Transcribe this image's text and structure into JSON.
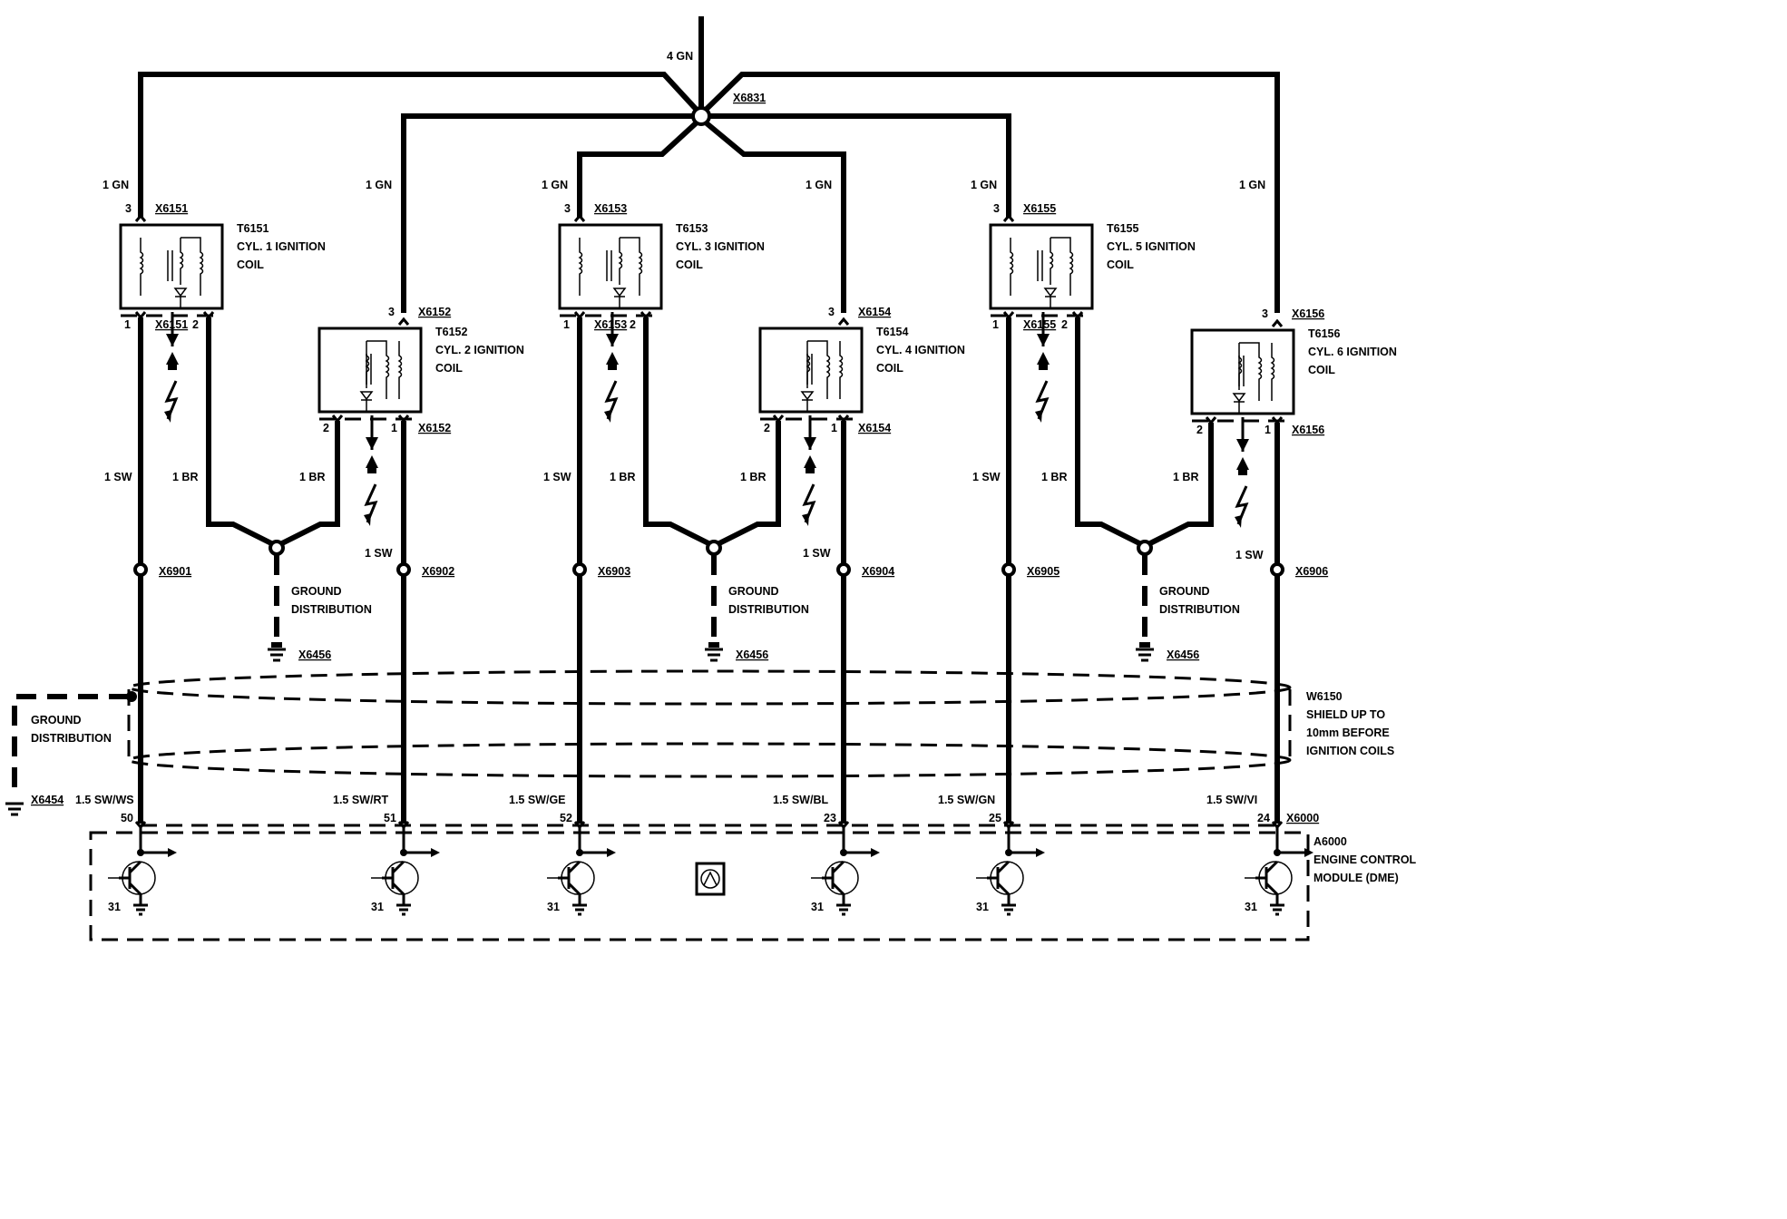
{
  "top": {
    "wire": "4 GN",
    "connector": "X6831"
  },
  "coils": [
    {
      "label": "T6151",
      "desc": "CYL. 1 IGNITION",
      "desc2": "COIL",
      "conn": "X6151",
      "feed": "1 GN",
      "pin_top": "3",
      "pin1": "1",
      "pin2": "2",
      "conn_bottom": "X6151",
      "sig_wire": "1 SW",
      "gnd_wire": "1 BR",
      "spark_wire": "",
      "splice": "X6901"
    },
    {
      "label": "T6152",
      "desc": "CYL. 2 IGNITION",
      "desc2": "COIL",
      "conn": "X6152",
      "feed": "1 GN",
      "pin_top": "3",
      "pin1": "1",
      "pin2": "2",
      "conn_bottom": "X6152",
      "sig_wire": "",
      "gnd_wire": "1 BR",
      "spark_wire": "1 SW",
      "splice": "X6902"
    },
    {
      "label": "T6153",
      "desc": "CYL. 3 IGNITION",
      "desc2": "COIL",
      "conn": "X6153",
      "feed": "1 GN",
      "pin_top": "3",
      "pin1": "1",
      "pin2": "2",
      "conn_bottom": "X6153",
      "sig_wire": "1 SW",
      "gnd_wire": "1 BR",
      "spark_wire": "",
      "splice": "X6903"
    },
    {
      "label": "T6154",
      "desc": "CYL. 4 IGNITION",
      "desc2": "COIL",
      "conn": "X6154",
      "feed": "1 GN",
      "pin_top": "3",
      "pin1": "1",
      "pin2": "2",
      "conn_bottom": "X6154",
      "sig_wire": "",
      "gnd_wire": "1 BR",
      "spark_wire": "1 SW",
      "splice": "X6904"
    },
    {
      "label": "T6155",
      "desc": "CYL. 5 IGNITION",
      "desc2": "COIL",
      "conn": "X6155",
      "feed": "1 GN",
      "pin_top": "3",
      "pin1": "1",
      "pin2": "2",
      "conn_bottom": "X6155",
      "sig_wire": "1 SW",
      "gnd_wire": "1 BR",
      "spark_wire": "",
      "splice": "X6905"
    },
    {
      "label": "T6156",
      "desc": "CYL. 6 IGNITION",
      "desc2": "COIL",
      "conn": "X6156",
      "feed": "1 GN",
      "pin_top": "3",
      "pin1": "1",
      "pin2": "2",
      "conn_bottom": "X6156",
      "sig_wire": "",
      "gnd_wire": "1 BR",
      "spark_wire": "1 SW",
      "splice": "X6906"
    }
  ],
  "ground": {
    "line1": "GROUND",
    "line2": "DISTRIBUTION",
    "conn": "X6456",
    "left_conn": "X6454"
  },
  "shield": {
    "line1": "W6150",
    "line2": "SHIELD UP TO",
    "line3": "10mm BEFORE",
    "line4": "IGNITION COILS"
  },
  "ecm_wires": [
    {
      "wire": "1.5 SW/WS",
      "pin": "50"
    },
    {
      "wire": "1.5 SW/RT",
      "pin": "51"
    },
    {
      "wire": "1.5 SW/GE",
      "pin": "52"
    },
    {
      "wire": "1.5 SW/BL",
      "pin": "23"
    },
    {
      "wire": "1.5 SW/GN",
      "pin": "25"
    },
    {
      "wire": "1.5 SW/VI",
      "pin": "24"
    }
  ],
  "ecm": {
    "conn": "X6000",
    "label": "A6000",
    "line1": "ENGINE CONTROL",
    "line2": "MODULE (DME)",
    "ground_pin": "31"
  }
}
